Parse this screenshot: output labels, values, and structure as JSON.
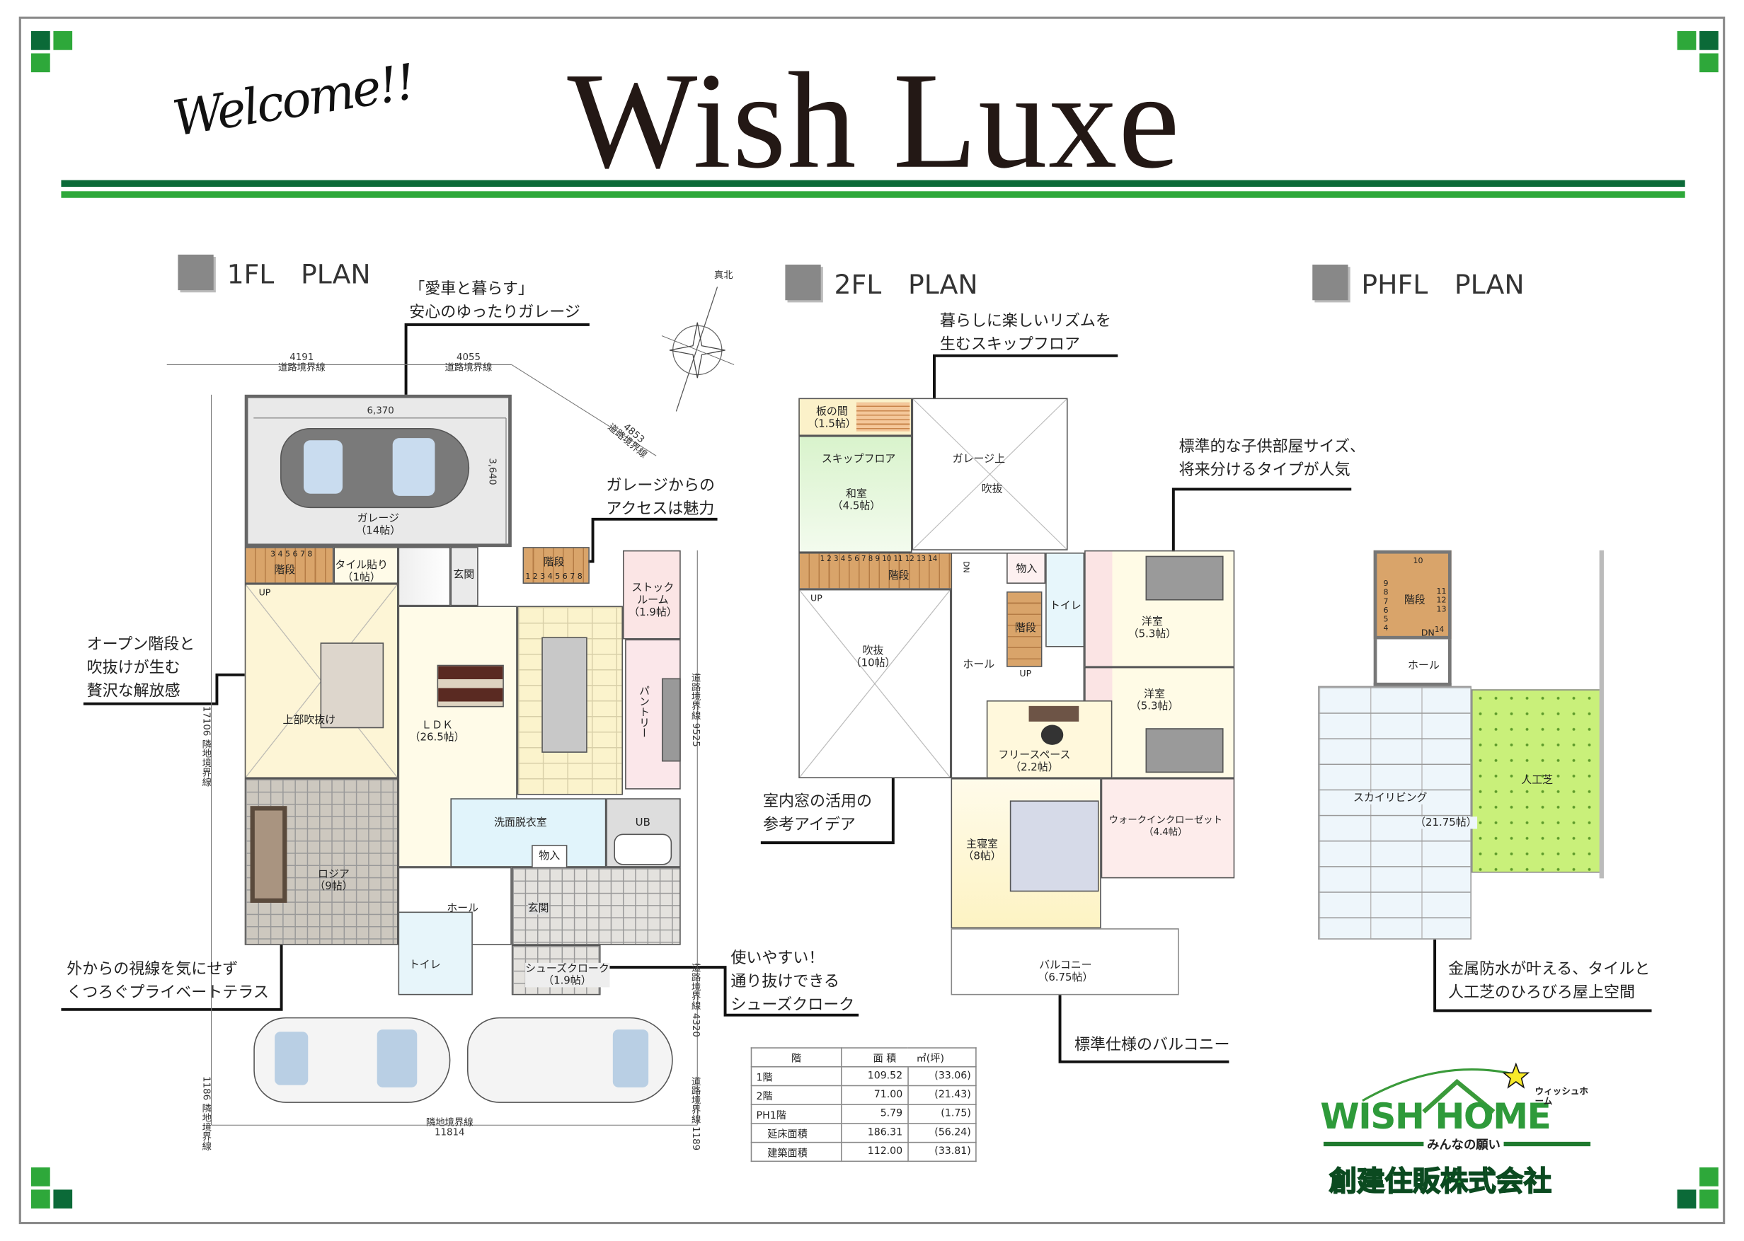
{
  "header": {
    "welcome": "Welcome!!",
    "title": "Wish Luxe"
  },
  "sections": {
    "fl1": "1FL　PLAN",
    "fl2": "2FL　PLAN",
    "ph": "PHFL　PLAN"
  },
  "compass": {
    "label": "真北"
  },
  "callouts": [
    {
      "lines": [
        "「愛車と暮らす」",
        "安心のゆったりガレージ"
      ]
    },
    {
      "lines": [
        "ガレージからの",
        "アクセスは魅力"
      ]
    },
    {
      "lines": [
        "オープン階段と",
        "吹抜けが生む",
        "贅沢な解放感"
      ]
    },
    {
      "lines": [
        "外からの視線を気にせず",
        "くつろぐプライベートテラス"
      ]
    },
    {
      "lines": [
        "使いやすい！",
        "通り抜けできる",
        "シューズクローク"
      ]
    },
    {
      "lines": [
        "暮らしに楽しいリズムを",
        "生むスキップフロア"
      ]
    },
    {
      "lines": [
        "標準的な子供部屋サイズ、",
        "将来分けるタイプが人気"
      ]
    },
    {
      "lines": [
        "室内窓の活用の",
        "参考アイデア"
      ]
    },
    {
      "lines": [
        "標準仕様のバルコニー"
      ]
    },
    {
      "lines": [
        "金属防水が叶える、タイルと",
        "人工芝のひろびろ屋上空間"
      ]
    }
  ],
  "dims": {
    "d4191": "4191",
    "d4055": "4055",
    "d4853": "4853",
    "road": "道路境界線",
    "neighbor": "隣地境界線",
    "d6370": "6,370",
    "d3640": "3,640",
    "d17106": "17106",
    "d9525": "9525",
    "d4320": "4320",
    "d1186": "1186",
    "d1189": "1189",
    "d11814": "11814"
  },
  "fl1": {
    "garage": "ガレージ",
    "garage_size": "（14帖）",
    "stairs": "階段",
    "stairs_steps_left": "3 4 5 6 7 8",
    "stairs_steps_right": "1 2 3 4 5 6 7 8",
    "up": "UP",
    "tile": "タイル貼り",
    "tile_size": "（1帖）",
    "entrance": "玄関",
    "stock": "ストック",
    "stock2": "ルーム",
    "stock_size": "（1.9帖）",
    "void": "上部吹抜け",
    "ldk": "ＬＤＫ",
    "ldk_size": "（26.5帖）",
    "pantry": "パントリー",
    "washroom": "洗面脱衣室",
    "storage": "物入",
    "ub": "UB",
    "logia": "ロジア",
    "logia_size": "（9帖）",
    "hall": "ホール",
    "entrance2": "玄関",
    "toilet": "トイレ",
    "shoes": "シューズクローク",
    "shoes_size": "（1.9帖）"
  },
  "fl2": {
    "board": "板の間",
    "board_size": "（1.5帖）",
    "skip": "スキップフロア",
    "washitsu": "和室",
    "washitsu_size": "（4.5帖）",
    "garage_up": "ガレージ上",
    "void": "吹抜",
    "void2": "吹抜",
    "void2_size": "（10帖）",
    "stairs": "階段",
    "steps": "1 2 3 4 5 6 7 8 9 10 11 12 13 14",
    "up": "UP",
    "dn": "DN",
    "hall": "ホール",
    "storage": "物入",
    "toilet": "トイレ",
    "stairs2": "階段",
    "room": "洋室",
    "room_size": "（5.3帖）",
    "room2": "洋室",
    "room2_size": "（5.3帖）",
    "free": "フリースペース",
    "free_size": "（2.2帖）",
    "master": "主寝室",
    "master_size": "（8帖）",
    "wic": "ウォークインクローゼット",
    "wic_size": "（4.4帖）",
    "balcony": "バルコニー",
    "balcony_size": "（6.75帖）"
  },
  "ph": {
    "stairs": "階段",
    "steps_left": "9 8 7 6 5 4",
    "steps_right": "11 12 13",
    "top": "10",
    "dn": "DN",
    "dn_num": "14",
    "hall": "ホール",
    "sky": "スカイリビング",
    "sky_size": "（21.75帖）",
    "grass": "人工芝"
  },
  "area_table": {
    "headers": [
      "階",
      "面 積　　㎡(坪)"
    ],
    "rows": [
      {
        "floor": "1階",
        "sqm": "109.52",
        "tsubo": "(33.06)"
      },
      {
        "floor": "2階",
        "sqm": "71.00",
        "tsubo": "(21.43)"
      },
      {
        "floor": "PH1階",
        "sqm": "5.79",
        "tsubo": "(1.75)"
      },
      {
        "floor": "延床面積",
        "sqm": "186.31",
        "tsubo": "(56.24)"
      },
      {
        "floor": "建築面積",
        "sqm": "112.00",
        "tsubo": "(33.81)"
      }
    ]
  },
  "logo": {
    "brand": "WISH HOME",
    "kana": "ウィッシュホーム",
    "tagline": "みんなの願い",
    "company": "創建住販株式会社"
  },
  "colors": {
    "dark_green": "#0b6a38",
    "light_green": "#2ea83a"
  }
}
